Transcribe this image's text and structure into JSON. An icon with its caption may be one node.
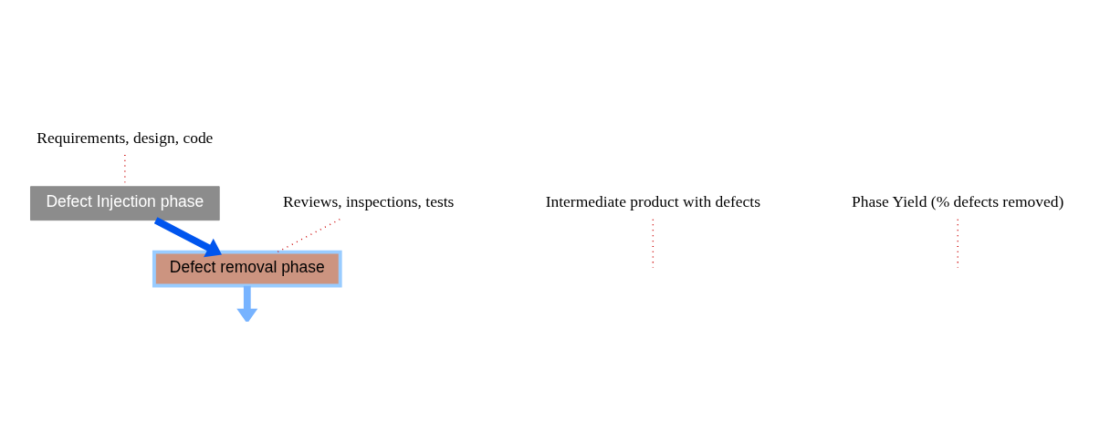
{
  "diagram": {
    "nodes": [
      {
        "text": [
          "Requirements, design, code"
        ]
      },
      {
        "text": [
          "Defect Injection phase"
        ]
      },
      {
        "text": [
          "Intermediate product with defects"
        ]
      },
      {
        "text": [
          "Defect removal phase"
        ]
      },
      {
        "text": [
          "Phase Yield (% defects removed)"
        ]
      },
      {
        "text": [
          "Reviews, inspections, tests"
        ]
      }
    ],
    "edges": [
      {
        "from": 0,
        "to": 1,
        "arrow": "none",
        "style": "dashed"
      },
      {
        "from": 1,
        "to": 3,
        "arrow": "to",
        "style": "thick",
        "color": "#0055ee"
      },
      {
        "from": 2,
        "to": null,
        "arrow": "none",
        "style": "dashed"
      },
      {
        "from": 3,
        "to": null,
        "arrow": "to",
        "style": "thick",
        "color": "#77b3ff"
      },
      {
        "from": 4,
        "to": null,
        "arrow": "none",
        "style": "dashed"
      },
      {
        "from": 5,
        "to": 3,
        "arrow": "none",
        "style": "dashed"
      }
    ]
  }
}
